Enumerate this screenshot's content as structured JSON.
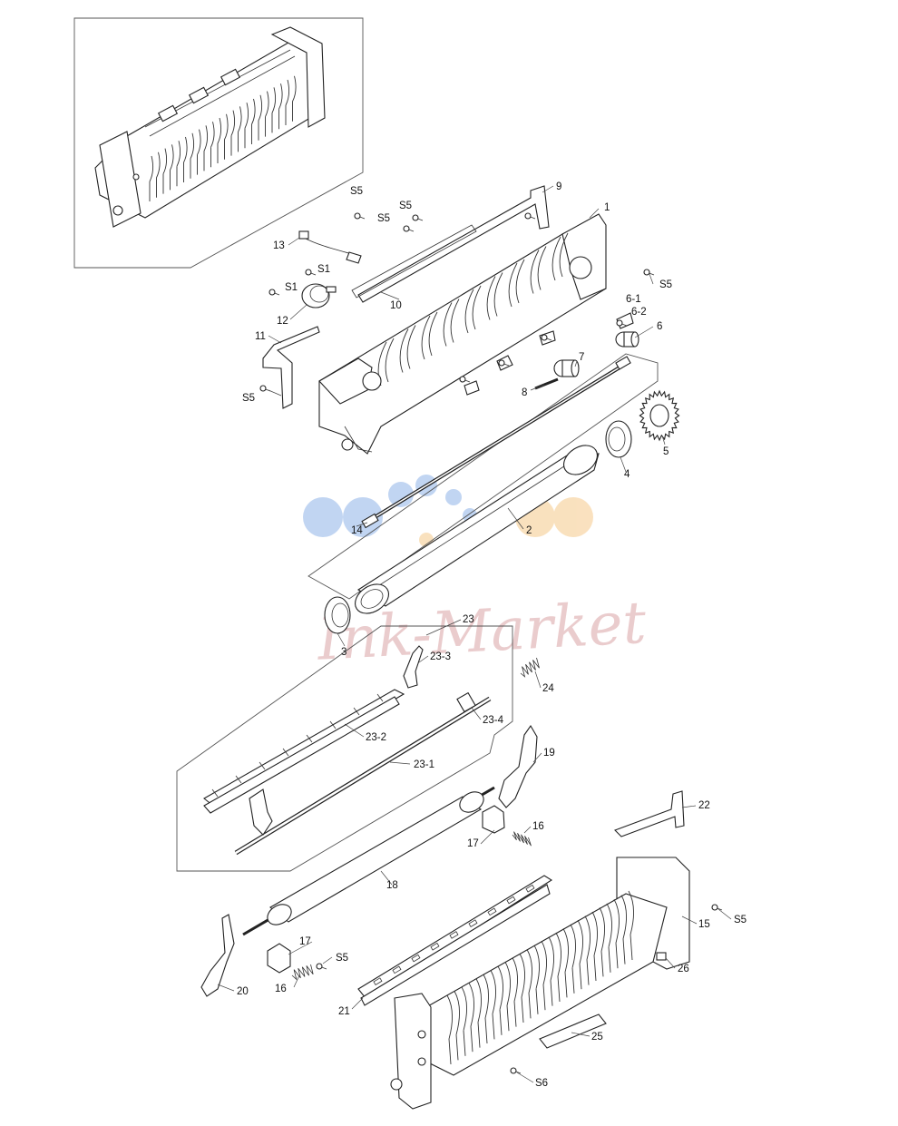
{
  "diagram": {
    "watermark": {
      "text": "Ink-Market",
      "color": "#d9a3a6"
    },
    "colors": {
      "line": "#222222",
      "background": "#ffffff",
      "watermark_blue": "#8fb3e8",
      "watermark_orange": "#f5c98a"
    },
    "callouts": {
      "c1": "1",
      "c2": "2",
      "c3": "3",
      "c4": "4",
      "c5": "5",
      "c6": "6",
      "c6_1": "6-1",
      "c6_2": "6-2",
      "c7": "7",
      "c8": "8",
      "c9": "9",
      "c10": "10",
      "c11": "11",
      "c12": "12",
      "c13": "13",
      "c14": "14",
      "c15": "15",
      "c16a": "16",
      "c16b": "16",
      "c17a": "17",
      "c17b": "17",
      "c18": "18",
      "c19": "19",
      "c20": "20",
      "c21": "21",
      "c22": "22",
      "c23": "23",
      "c23_1": "23-1",
      "c23_2": "23-2",
      "c23_3": "23-3",
      "c23_4": "23-4",
      "c24": "24",
      "c25": "25",
      "c26": "26",
      "s1a": "S1",
      "s1b": "S1",
      "s5a": "S5",
      "s5b": "S5",
      "s5c": "S5",
      "s5d": "S5",
      "s5e": "S5",
      "s5f": "S5",
      "s5g": "S5",
      "s6": "S6"
    }
  }
}
